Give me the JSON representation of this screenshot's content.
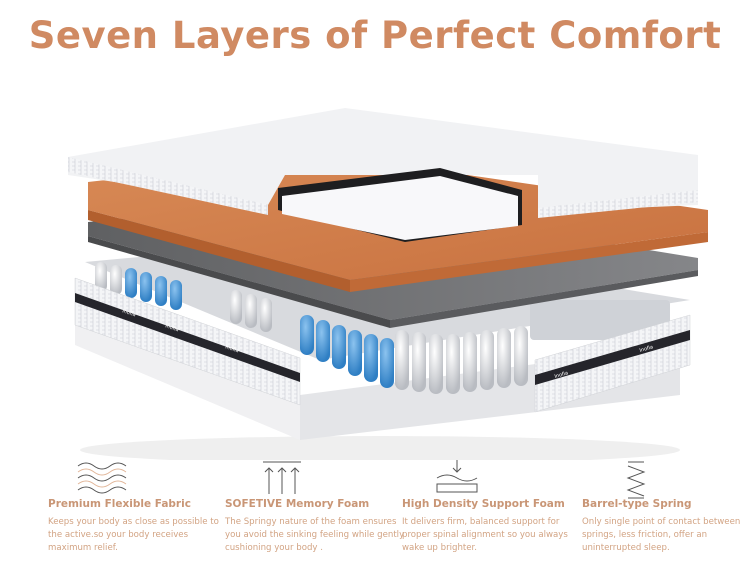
{
  "title": "Seven Layers of Perfect Comfort",
  "colors": {
    "title": "#d08a62",
    "feature_heading": "#c99676",
    "feature_text": "#d2a383",
    "copper_layer": "#d6854f",
    "gray_layer": "#6f6f71",
    "blue_springs": "#3f8fd2",
    "band": "#25252b"
  },
  "illustration": {
    "alt": "Exploded view of a hybrid mattress showing cover, white foam, copper memory foam, gray support foam and pocket springs",
    "brand_mark": "Inofia",
    "layers": [
      "Premium Flexible Fabric cover",
      "White comfort foam",
      "Copper memory foam",
      "Gray high density support foam",
      "Pocket springs with blue zones"
    ]
  },
  "features": [
    {
      "icon": "wavy-lines-icon",
      "heading": "Premium Flexible Fabric",
      "text": "Keeps your body as close as possible to the active.so your body receives maximum relief."
    },
    {
      "icon": "arrows-up-icon",
      "heading": "SOFETIVE Memory Foam",
      "text": "The Springy nature of the foam ensures you avoid the sinking feeling while gently cushioning your body ."
    },
    {
      "icon": "pressure-support-icon",
      "heading": "High Density Support Foam",
      "text": "It delivers firm, balanced support for proper spinal alignment so you always wake up brighter."
    },
    {
      "icon": "coil-spring-icon",
      "heading": "Barrel-type Spring",
      "text": "Only single point of contact between springs, less friction, offer an uninterrupted sleep."
    }
  ]
}
